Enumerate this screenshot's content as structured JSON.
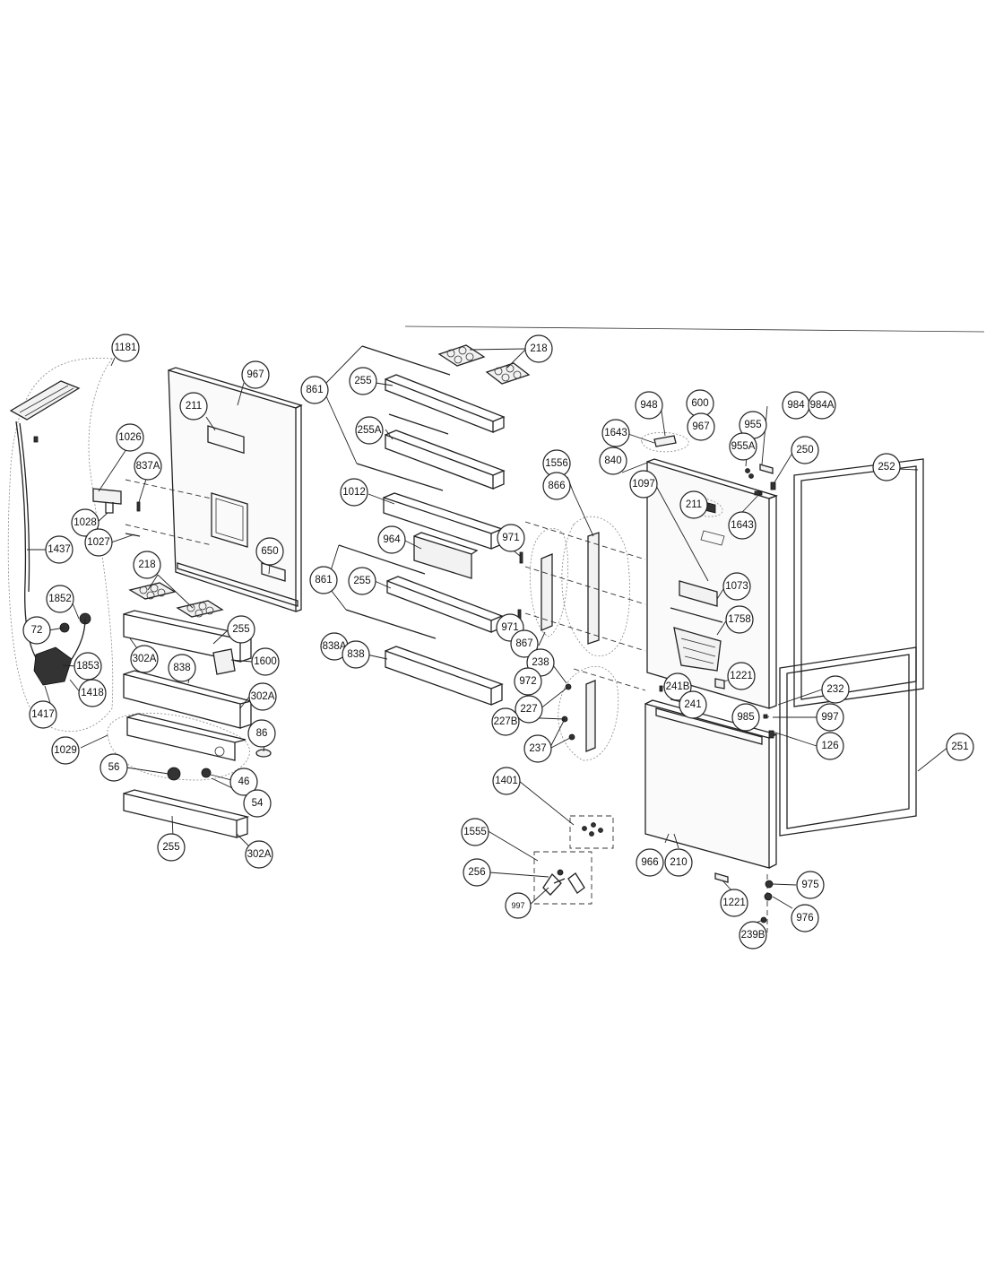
{
  "callouts": [
    {
      "id": "c1181",
      "label": "1181"
    },
    {
      "id": "c1026",
      "label": "1026"
    },
    {
      "id": "c837a",
      "label": "837A"
    },
    {
      "id": "c1028",
      "label": "1028"
    },
    {
      "id": "c1027",
      "label": "1027"
    },
    {
      "id": "c1437",
      "label": "1437"
    },
    {
      "id": "c1852",
      "label": "1852"
    },
    {
      "id": "c72",
      "label": "72"
    },
    {
      "id": "c1853",
      "label": "1853"
    },
    {
      "id": "c1418",
      "label": "1418"
    },
    {
      "id": "c1417",
      "label": "1417"
    },
    {
      "id": "c967a",
      "label": "967"
    },
    {
      "id": "c211a",
      "label": "211"
    },
    {
      "id": "c650",
      "label": "650"
    },
    {
      "id": "c218a",
      "label": "218"
    },
    {
      "id": "c255a",
      "label": "255"
    },
    {
      "id": "c302a1",
      "label": "302A"
    },
    {
      "id": "c838a",
      "label": "838"
    },
    {
      "id": "c1600",
      "label": "1600"
    },
    {
      "id": "c302a2",
      "label": "302A"
    },
    {
      "id": "c86",
      "label": "86"
    },
    {
      "id": "c1029",
      "label": "1029"
    },
    {
      "id": "c56",
      "label": "56"
    },
    {
      "id": "c46",
      "label": "46"
    },
    {
      "id": "c54",
      "label": "54"
    },
    {
      "id": "c255b",
      "label": "255"
    },
    {
      "id": "c302a3",
      "label": "302A"
    },
    {
      "id": "c218b",
      "label": "218"
    },
    {
      "id": "c861a",
      "label": "861"
    },
    {
      "id": "c255c",
      "label": "255"
    },
    {
      "id": "c255A",
      "label": "255A"
    },
    {
      "id": "c1012",
      "label": "1012"
    },
    {
      "id": "c971a",
      "label": "971"
    },
    {
      "id": "c964",
      "label": "964"
    },
    {
      "id": "c861b",
      "label": "861"
    },
    {
      "id": "c255d",
      "label": "255"
    },
    {
      "id": "c971b",
      "label": "971"
    },
    {
      "id": "c838A",
      "label": "838A"
    },
    {
      "id": "c838b",
      "label": "838"
    },
    {
      "id": "c1556",
      "label": "1556"
    },
    {
      "id": "c866",
      "label": "866"
    },
    {
      "id": "c867",
      "label": "867"
    },
    {
      "id": "c238",
      "label": "238"
    },
    {
      "id": "c972",
      "label": "972"
    },
    {
      "id": "c227",
      "label": "227"
    },
    {
      "id": "c227b",
      "label": "227B"
    },
    {
      "id": "c237",
      "label": "237"
    },
    {
      "id": "c948",
      "label": "948"
    },
    {
      "id": "c600",
      "label": "600"
    },
    {
      "id": "c967b",
      "label": "967"
    },
    {
      "id": "c1643a",
      "label": "1643"
    },
    {
      "id": "c840",
      "label": "840"
    },
    {
      "id": "c1097",
      "label": "1097"
    },
    {
      "id": "c211b",
      "label": "211"
    },
    {
      "id": "c955",
      "label": "955"
    },
    {
      "id": "c955a",
      "label": "955A"
    },
    {
      "id": "c984",
      "label": "984"
    },
    {
      "id": "c984a",
      "label": "984A"
    },
    {
      "id": "c250",
      "label": "250"
    },
    {
      "id": "c1643b",
      "label": "1643"
    },
    {
      "id": "c252",
      "label": "252"
    },
    {
      "id": "c1073",
      "label": "1073"
    },
    {
      "id": "c1758",
      "label": "1758"
    },
    {
      "id": "c1221a",
      "label": "1221"
    },
    {
      "id": "c241b",
      "label": "241B"
    },
    {
      "id": "c241",
      "label": "241"
    },
    {
      "id": "c232",
      "label": "232"
    },
    {
      "id": "c985",
      "label": "985"
    },
    {
      "id": "c997a",
      "label": "997"
    },
    {
      "id": "c126",
      "label": "126"
    },
    {
      "id": "c251",
      "label": "251"
    },
    {
      "id": "c1401",
      "label": "1401"
    },
    {
      "id": "c1555",
      "label": "1555"
    },
    {
      "id": "c256",
      "label": "256"
    },
    {
      "id": "c997b",
      "label": "997"
    },
    {
      "id": "c966",
      "label": "966"
    },
    {
      "id": "c210",
      "label": "210"
    },
    {
      "id": "c975",
      "label": "975"
    },
    {
      "id": "c1221b",
      "label": "1221"
    },
    {
      "id": "c976",
      "label": "976"
    },
    {
      "id": "c239b",
      "label": "239B"
    }
  ]
}
